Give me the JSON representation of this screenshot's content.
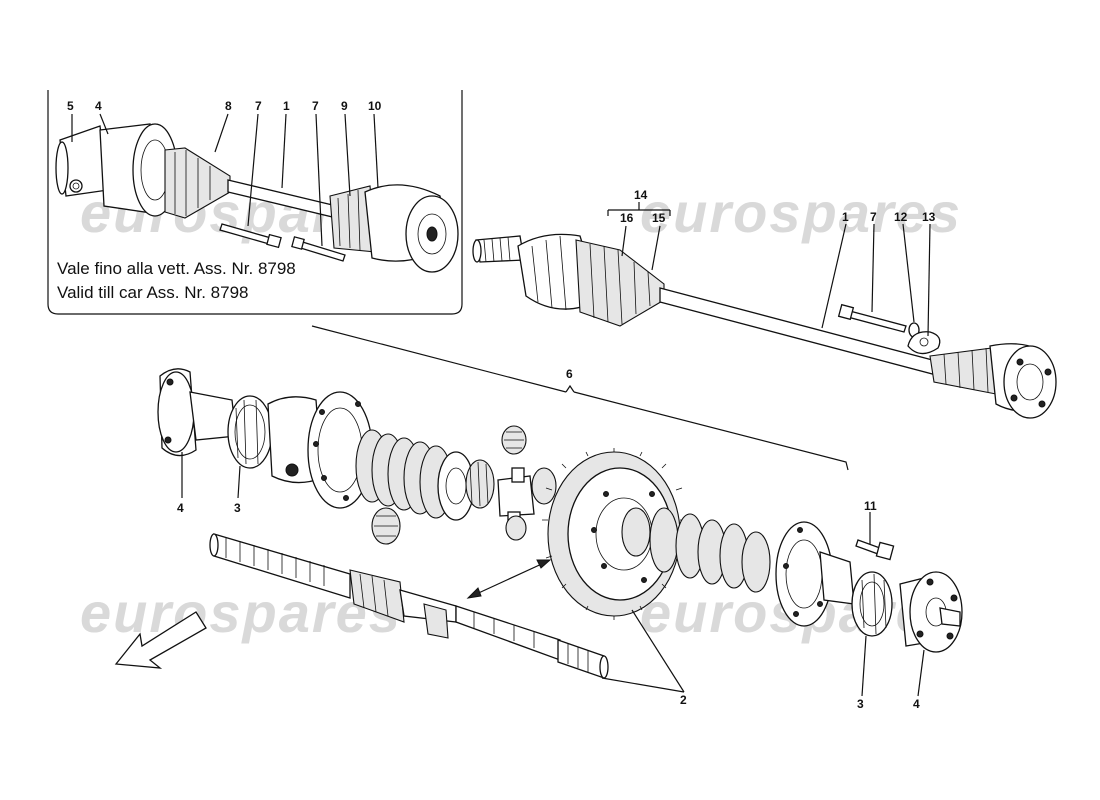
{
  "watermark": "eurospares",
  "inset": {
    "note_line1": "Vale fino alla vett. Ass. Nr. 8798",
    "note_line2": "Valid till car Ass. Nr. 8798"
  },
  "callouts": {
    "inset_5": "5",
    "inset_4": "4",
    "inset_8": "8",
    "inset_7a": "7",
    "inset_1": "1",
    "inset_7b": "7",
    "inset_9": "9",
    "inset_10": "10",
    "axle_14": "14",
    "axle_16": "16",
    "axle_15": "15",
    "axle_1": "1",
    "axle_7": "7",
    "axle_12": "12",
    "axle_13": "13",
    "diff_6": "6",
    "diff_4_left": "4",
    "diff_3_left": "3",
    "diff_11": "11",
    "diff_2": "2",
    "diff_3_right": "3",
    "diff_4_right": "4"
  },
  "icons": {
    "direction": "direction-arrow-icon",
    "link": "double-arrow-icon"
  }
}
